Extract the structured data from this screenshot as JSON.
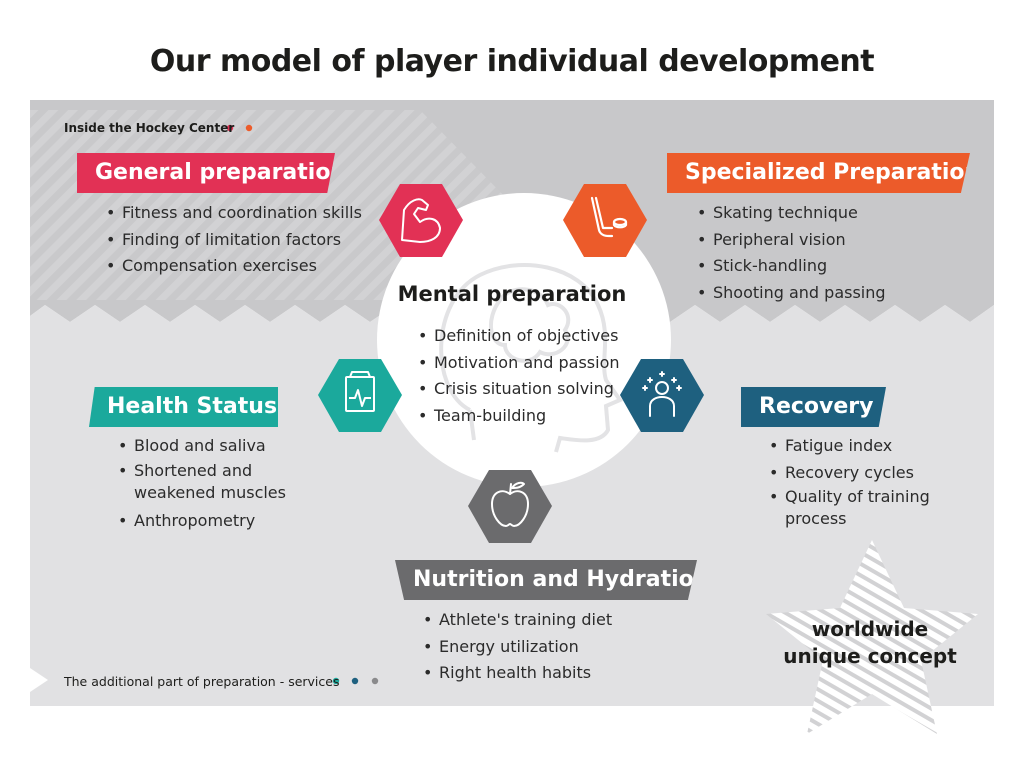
{
  "title": "Our model of player individual development",
  "inside_label": "Inside the Hockey Center",
  "footer_label": "The additional part of preparation - services",
  "star_text": [
    "worldwide",
    "unique concept"
  ],
  "colors": {
    "general": "#e23155",
    "specialized": "#ec5b2a",
    "health": "#1ba99c",
    "recovery": "#1e607f",
    "nutrition": "#6b6b6d",
    "background_gray": "#d6d6d8"
  },
  "sections": {
    "general": {
      "label": "General preparation",
      "icon": "flexed-arm-icon",
      "items": [
        "Fitness and coordination skills",
        "Finding of limitation factors",
        "Compensation exercises"
      ]
    },
    "specialized": {
      "label": "Specialized Preparation",
      "icon": "hockey-stick-puck-icon",
      "items": [
        "Skating technique",
        "Peripheral vision",
        "Stick-handling",
        "Shooting and passing"
      ]
    },
    "mental": {
      "label": "Mental preparation",
      "icon": "brain-head-icon",
      "items": [
        "Definition of objectives",
        "Motivation and passion",
        "Crisis situation solving",
        "Team-building"
      ]
    },
    "health": {
      "label": "Health Status",
      "icon": "medical-chart-icon",
      "items": [
        "Blood and saliva",
        "Shortened and weakened muscles",
        "Anthropometry"
      ]
    },
    "recovery": {
      "label": "Recovery",
      "icon": "sparkling-person-icon",
      "items": [
        "Fatigue index",
        "Recovery cycles",
        "Quality of training process"
      ]
    },
    "nutrition": {
      "label": "Nutrition and Hydration",
      "icon": "apple-icon",
      "items": [
        "Athlete's training diet",
        "Energy utilization",
        "Right health habits"
      ]
    }
  }
}
